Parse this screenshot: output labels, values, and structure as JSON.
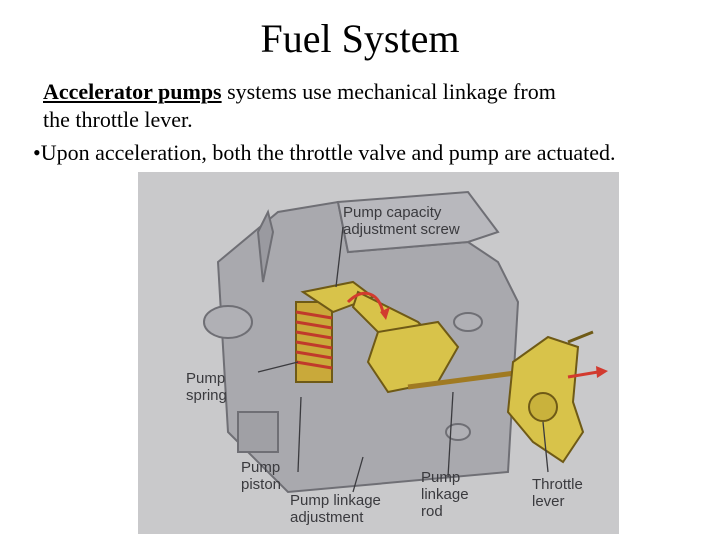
{
  "slide": {
    "title": "Fuel System",
    "intro_bold": "Accelerator pumps",
    "intro_rest_line1": " systems use mechanical linkage from",
    "intro_line2": "the throttle lever.",
    "bullet_marker": "•",
    "bullet_text": "Upon acceleration, both the throttle valve and pump are actuated."
  },
  "diagram": {
    "labels": {
      "pump_capacity": "Pump capacity\nadjustment screw",
      "pump_spring": "Pump\nspring",
      "pump_piston": "Pump\npiston",
      "pump_linkage_adjustment": "Pump linkage\nadjustment",
      "pump_linkage_rod": "Pump\nlinkage\nrod",
      "throttle_lever": "Throttle\nlever"
    },
    "colors": {
      "background": "#c9c9cb",
      "metal": "#9a9aa0",
      "yellow_part": "#d8c34a",
      "spring": "#c0392b",
      "arrow": "#d23a2f"
    }
  }
}
